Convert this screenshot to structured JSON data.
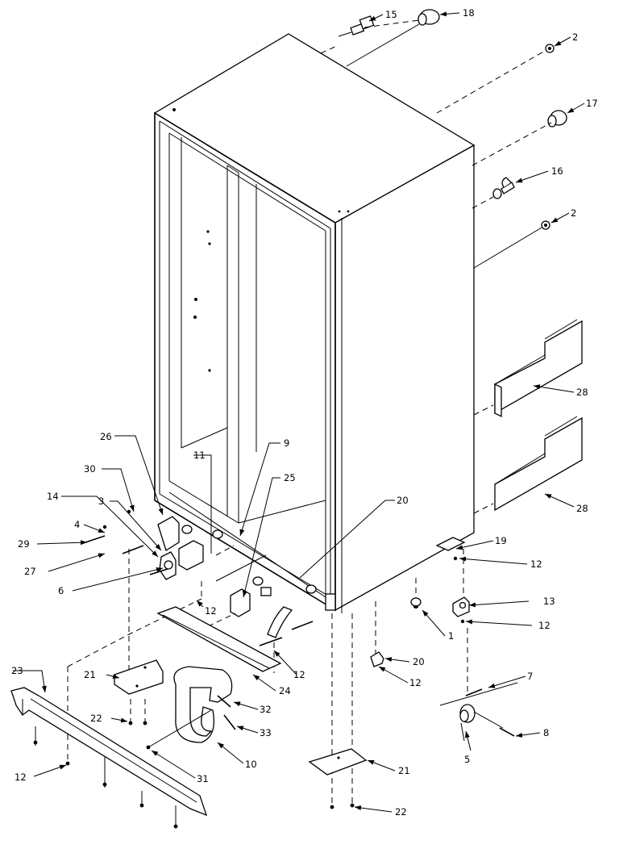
{
  "callouts": [
    {
      "id": "c15",
      "label": "15"
    },
    {
      "id": "c18",
      "label": "18"
    },
    {
      "id": "c2a",
      "label": "2"
    },
    {
      "id": "c17",
      "label": "17"
    },
    {
      "id": "c16",
      "label": "16"
    },
    {
      "id": "c2b",
      "label": "2"
    },
    {
      "id": "c28a",
      "label": "28"
    },
    {
      "id": "c28b",
      "label": "28"
    },
    {
      "id": "c26",
      "label": "26"
    },
    {
      "id": "c9",
      "label": "9"
    },
    {
      "id": "c11",
      "label": "11"
    },
    {
      "id": "c30",
      "label": "30"
    },
    {
      "id": "c25",
      "label": "25"
    },
    {
      "id": "c14",
      "label": "14"
    },
    {
      "id": "c3",
      "label": "3"
    },
    {
      "id": "c20a",
      "label": "20"
    },
    {
      "id": "c4",
      "label": "4"
    },
    {
      "id": "c29",
      "label": "29"
    },
    {
      "id": "c27",
      "label": "27"
    },
    {
      "id": "c6",
      "label": "6"
    },
    {
      "id": "c12a",
      "label": "12"
    },
    {
      "id": "c19",
      "label": "19"
    },
    {
      "id": "c12b",
      "label": "12"
    },
    {
      "id": "c13",
      "label": "13"
    },
    {
      "id": "c12c",
      "label": "12"
    },
    {
      "id": "c1",
      "label": "1"
    },
    {
      "id": "c12d",
      "label": "12"
    },
    {
      "id": "c20b",
      "label": "20"
    },
    {
      "id": "c12e",
      "label": "12"
    },
    {
      "id": "c7",
      "label": "7"
    },
    {
      "id": "c21a",
      "label": "21"
    },
    {
      "id": "c24",
      "label": "24"
    },
    {
      "id": "c23",
      "label": "23"
    },
    {
      "id": "c32",
      "label": "32"
    },
    {
      "id": "c22a",
      "label": "22"
    },
    {
      "id": "c33",
      "label": "33"
    },
    {
      "id": "c8",
      "label": "8"
    },
    {
      "id": "c5",
      "label": "5"
    },
    {
      "id": "c10",
      "label": "10"
    },
    {
      "id": "c12f",
      "label": "12"
    },
    {
      "id": "c31",
      "label": "31"
    },
    {
      "id": "c21b",
      "label": "21"
    },
    {
      "id": "c22b",
      "label": "22"
    }
  ]
}
